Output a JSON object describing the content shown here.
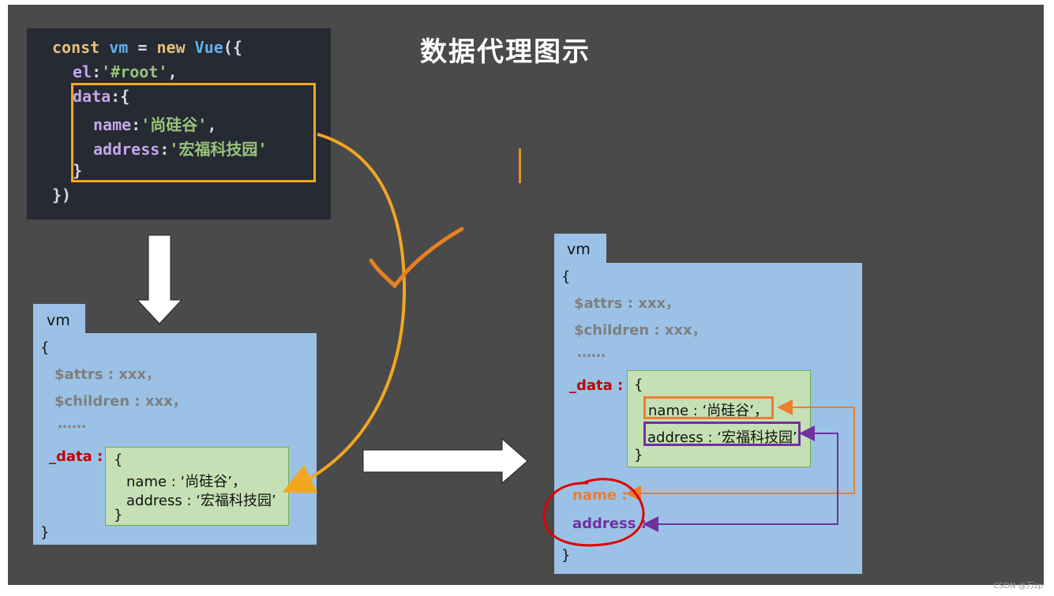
{
  "title": "数据代理图示",
  "code": {
    "line1": {
      "kw1": "const",
      "var": "vm",
      "eq": " = ",
      "kw2": "new",
      "cls": "Vue",
      "open": "({"
    },
    "line2": {
      "key": "el",
      "colon": ":",
      "val": "'#root'",
      "comma": ","
    },
    "line3": {
      "key": "data",
      "rest": ":{"
    },
    "line4": {
      "key": "name",
      "colon": ":",
      "val": "'尚硅谷'",
      "comma": ","
    },
    "line5": {
      "key": "address",
      "colon": ":",
      "val": "'宏福科技园'"
    },
    "line6": "}",
    "line7": "})"
  },
  "vm_left": {
    "tab": "vm",
    "open": "{",
    "attrs": "$attrs : xxx，",
    "children": "$children : xxx，",
    "dots": "……",
    "data_label": "_data :",
    "data_open": "{",
    "data_name": "name : ‘尚硅谷’，",
    "data_address": "address : ‘宏福科技园’",
    "data_close": "}",
    "close": "}"
  },
  "vm_right": {
    "tab": "vm",
    "open": "{",
    "attrs": "$attrs : xxx，",
    "children": "$children : xxx，",
    "dots": "……",
    "data_label": "_data :",
    "data_open": "{",
    "data_name": "name : ‘尚硅谷’，",
    "data_address": "address : ‘宏福科技园’",
    "data_close": "}",
    "proxy_name": "name :",
    "proxy_address": "address :",
    "close": "}"
  },
  "watermark": "CSDN @万zp",
  "colors": {
    "orange_arrow": "#f2a720",
    "name_link": "#ed7d31",
    "address_link": "#7030a0",
    "circle": "#e00000"
  }
}
